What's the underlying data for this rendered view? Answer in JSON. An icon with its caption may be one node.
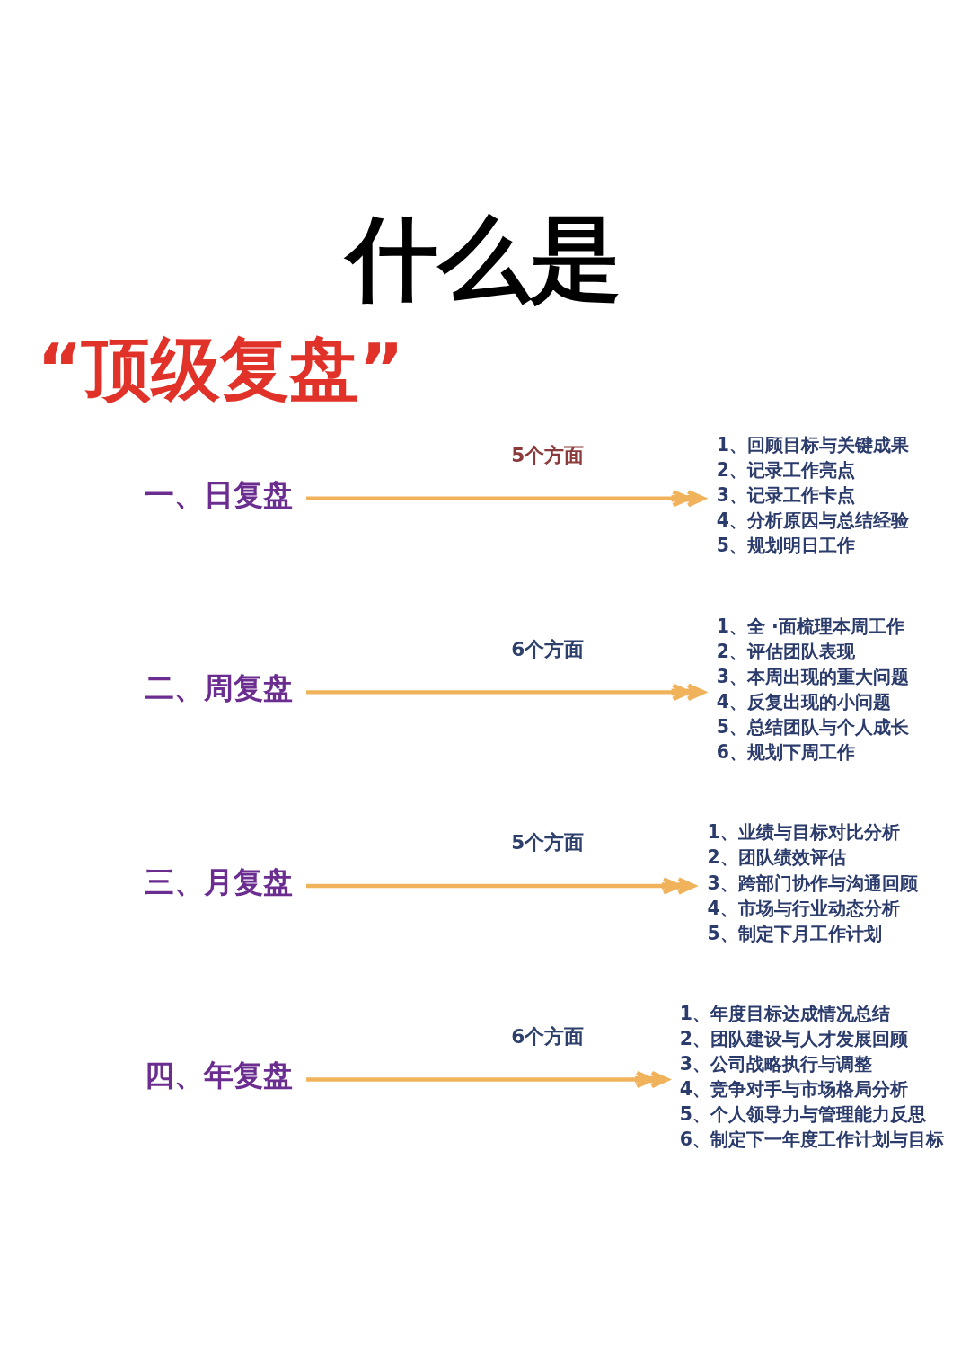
{
  "diagram": {
    "title": "什么是",
    "nodes": [
      {
        "text": [
          "一、日复盘"
        ]
      },
      {
        "text": [
          "1、回顾目标与关键成果",
          "2、记录工作亮点",
          "3、记录工作卡点",
          "4、分析原因与总结经验",
          "5、规划明日工作"
        ]
      },
      {
        "text": [
          "二、周复盘"
        ]
      },
      {
        "text": [
          "1、全 ·面梳理本周工作",
          "2、评估团队表现",
          "3、本周出现的重大问题",
          "4、反复出现的小问题",
          "5、总结团队与个人成长",
          "6、规划下周工作"
        ]
      },
      {
        "text": [
          "三、月复盘"
        ]
      },
      {
        "text": [
          "1、业绩与目标对比分析",
          "2、团队绩效评估",
          "3、跨部门协作与沟通回顾",
          "4、市场与行业动态分析",
          "5、制定下月工作计划"
        ]
      },
      {
        "text": [
          "四、年复盘"
        ]
      },
      {
        "text": [
          "1、年度目标达成情况总结",
          "2、团队建设与人才发展回顾",
          "3、公司战略执行与调整",
          "4、竞争对手与市场格局分析",
          "5、个人领导力与管理能力反思",
          "6、制定下一年度工作计划与目标"
        ]
      }
    ],
    "edges": [
      {
        "from": 0,
        "to": 1,
        "arrow": "to",
        "label": "5个方面"
      },
      {
        "from": 2,
        "to": 3,
        "arrow": "to",
        "label": "6个方面"
      },
      {
        "from": 4,
        "to": 5,
        "arrow": "to",
        "label": "5个方面"
      },
      {
        "from": 6,
        "to": 7,
        "arrow": "to",
        "label": "6个方面"
      }
    ],
    "labels": [
      "“顶级复盘”"
    ]
  }
}
